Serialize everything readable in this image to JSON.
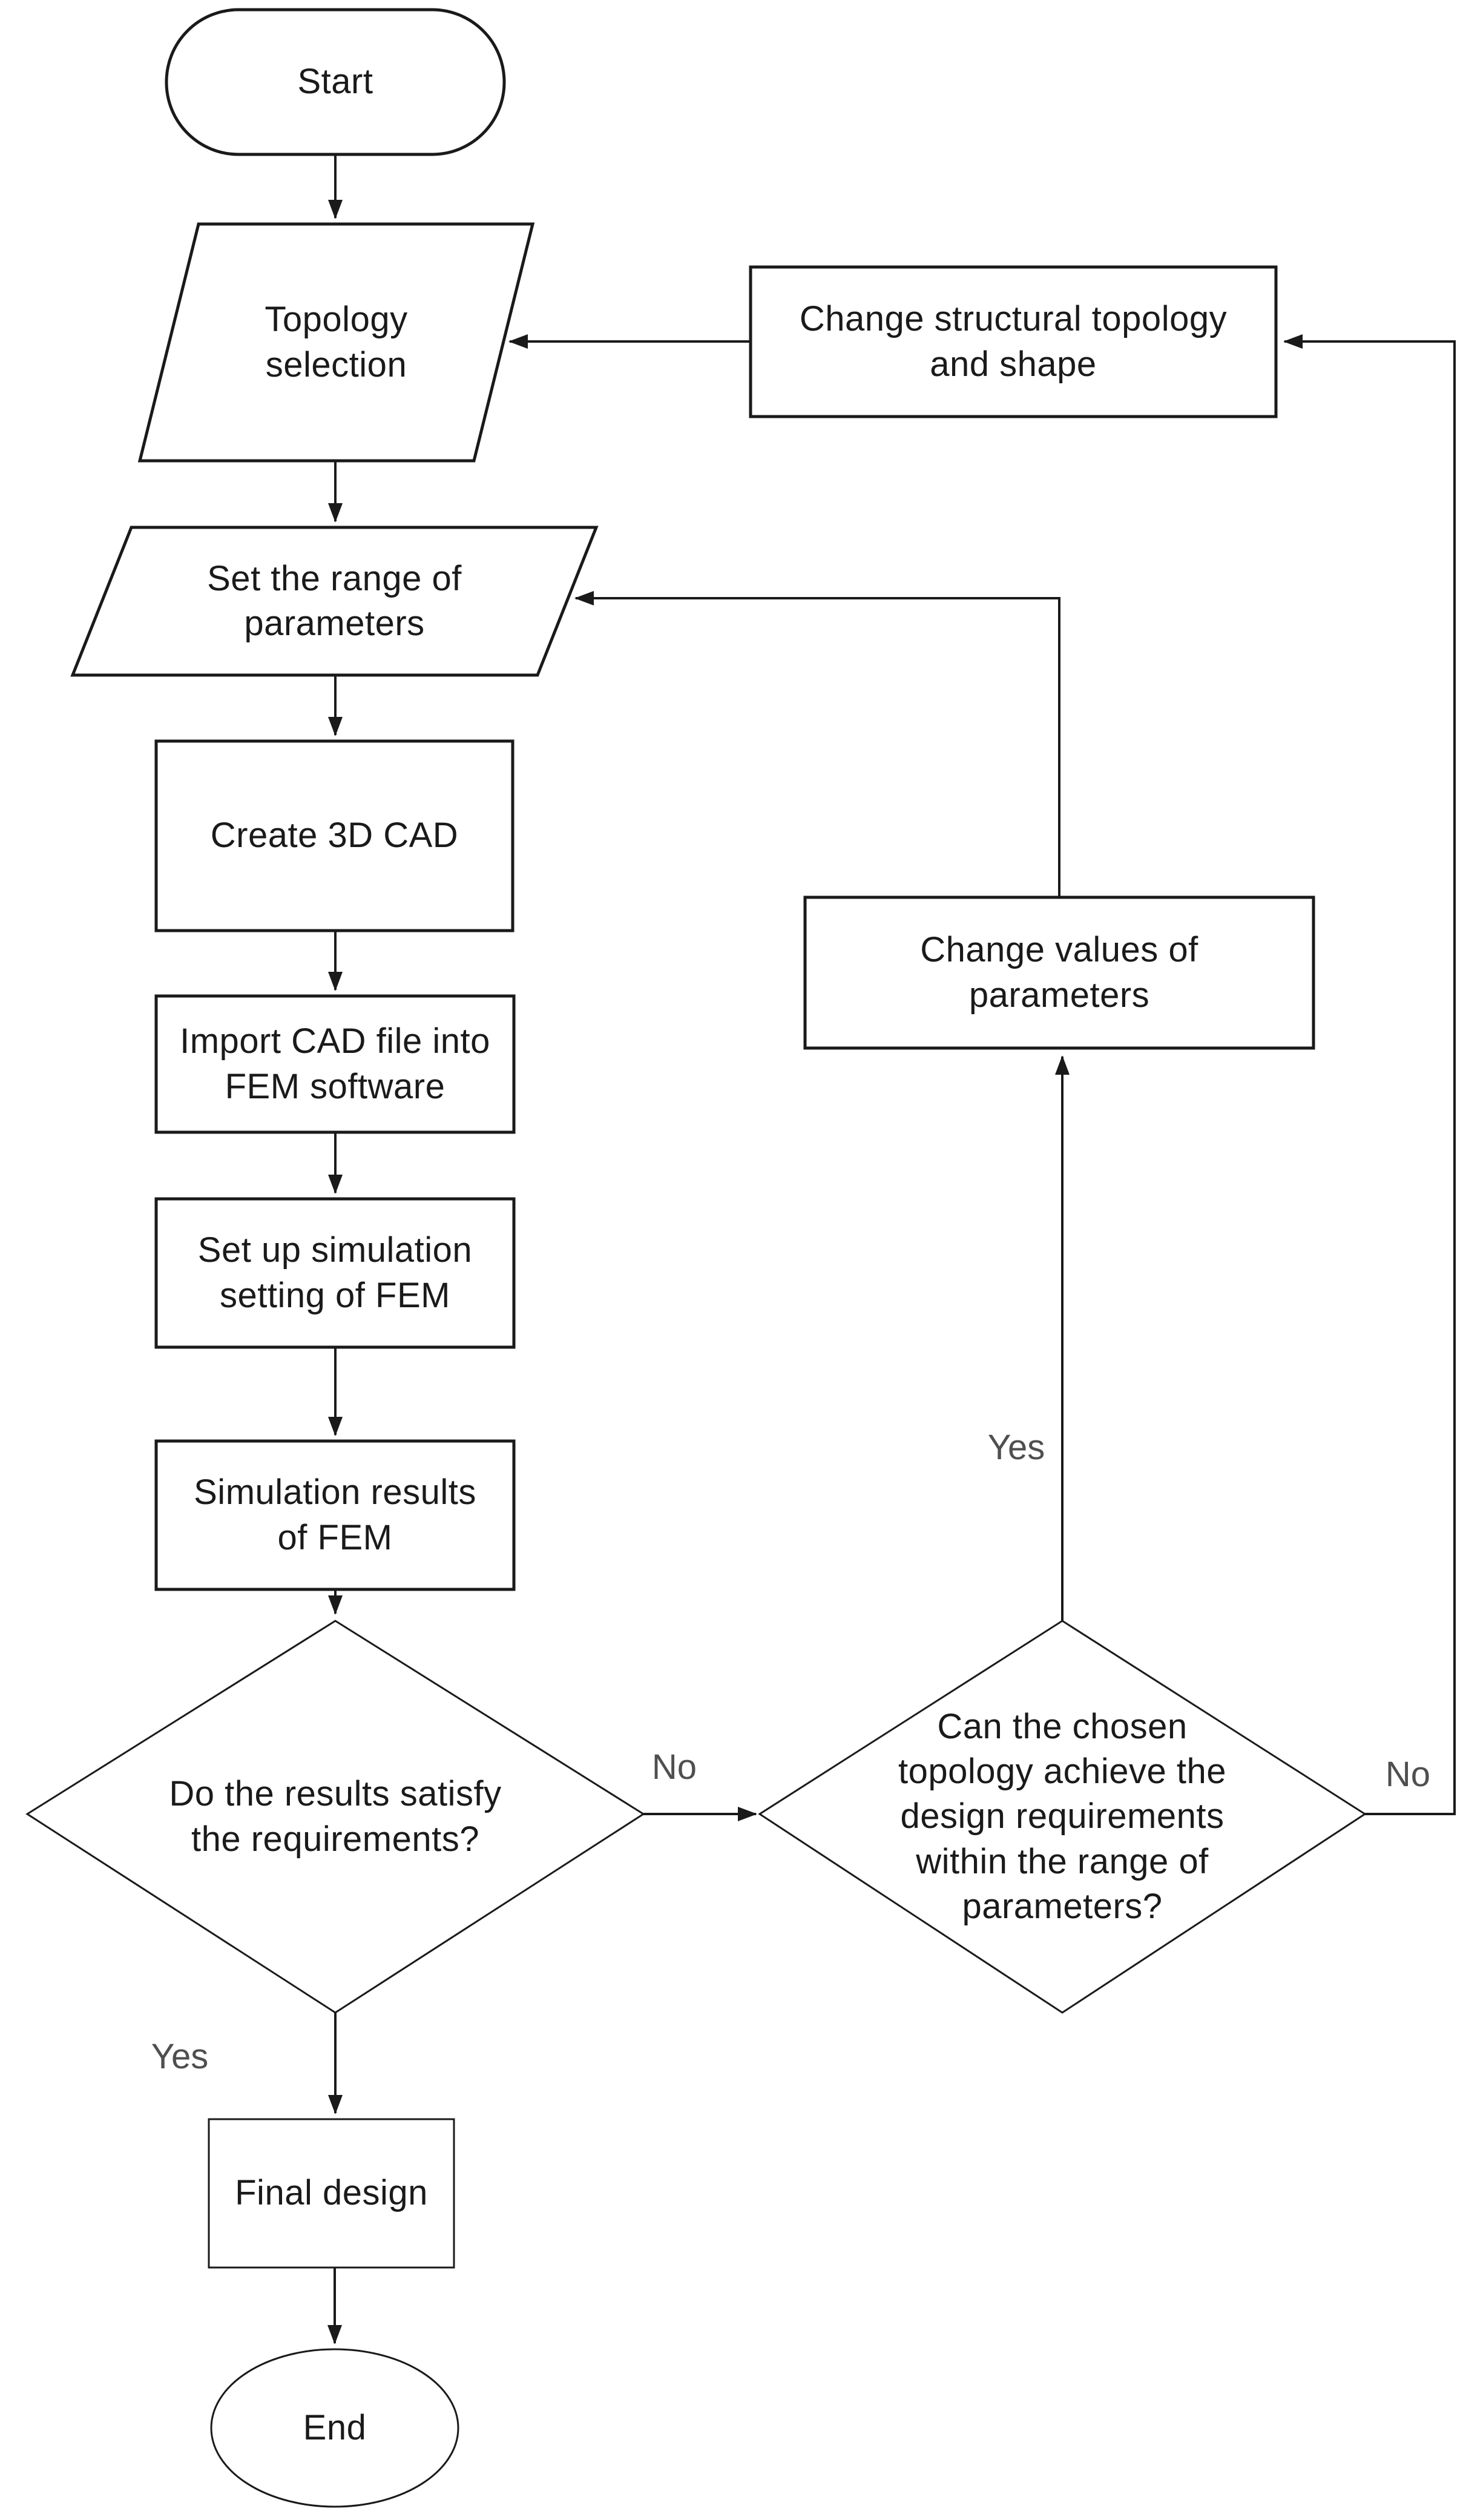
{
  "diagram_type": "flowchart",
  "colors": {
    "background": "#ffffff",
    "shape_stroke": "#1a1a1a",
    "node_text": "#1a1a1a",
    "edge_label_text": "#4f4f4f"
  },
  "nodes": {
    "start": {
      "label": "Start",
      "shape": "stadium"
    },
    "topology_selection": {
      "label": "Topology\nselection",
      "shape": "parallelogram"
    },
    "change_structural_topology": {
      "label": "Change structural topology\nand shape",
      "shape": "rectangle"
    },
    "set_range_of_parameters": {
      "label": "Set the range of\nparameters",
      "shape": "parallelogram"
    },
    "create_3d_cad": {
      "label": "Create 3D CAD",
      "shape": "rectangle"
    },
    "change_values_of_parameters": {
      "label": "Change values of\nparameters",
      "shape": "rectangle"
    },
    "import_cad_file": {
      "label": "Import CAD file into\nFEM software",
      "shape": "rectangle"
    },
    "setup_simulation": {
      "label": "Set up simulation\nsetting of FEM",
      "shape": "rectangle"
    },
    "simulation_results": {
      "label": "Simulation results\nof FEM",
      "shape": "rectangle"
    },
    "decision_results_satisfy": {
      "label": "Do the results satisfy\nthe requirements?",
      "shape": "diamond"
    },
    "decision_topology_achieve": {
      "label": "Can the chosen\ntopology achieve the\ndesign requirements\nwithin the range of\nparameters?",
      "shape": "diamond"
    },
    "final_design": {
      "label": "Final design",
      "shape": "rectangle"
    },
    "end": {
      "label": "End",
      "shape": "ellipse"
    }
  },
  "edge_labels": {
    "no_results_to_topology": "No",
    "yes_topology_to_change_values": "Yes",
    "no_topology_to_change_structure": "No",
    "yes_results_to_final": "Yes"
  }
}
